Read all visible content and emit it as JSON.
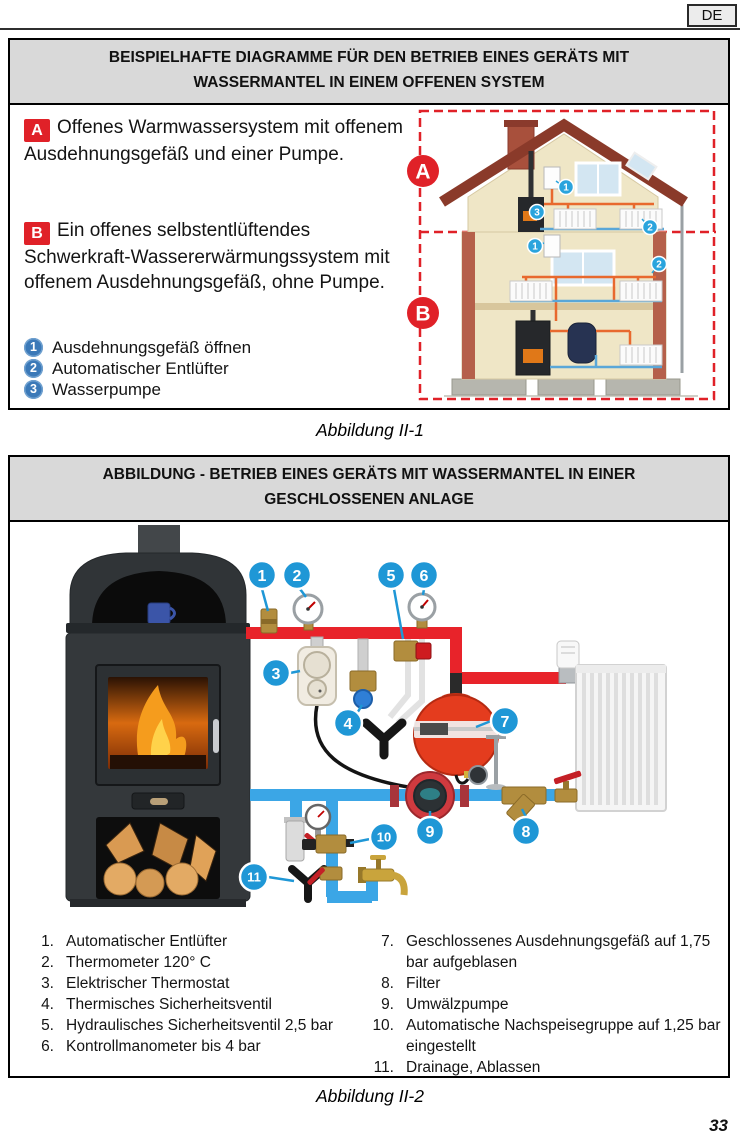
{
  "page": {
    "language_tab": "DE",
    "page_number": "33"
  },
  "figure1": {
    "title": "BEISPIELHAFTE DIAGRAMME FÜR DEN BETRIEB EINES GERÄTS MIT WASSERMANTEL IN EINEM OFFENEN SYSTEM",
    "caption": "Abbildung II-1",
    "items": [
      {
        "badge": "A",
        "text": "Offenes Warmwassersystem mit offenem Ausdehnungsgefäß und einer Pumpe."
      },
      {
        "badge": "B",
        "text": "Ein offenes selbstentlüftendes Schwerkraft-Wassererwärmungssystem mit offenem Ausdehnungsgefäß, ohne Pumpe."
      }
    ],
    "legend": [
      {
        "n": "1",
        "text": "Ausdehnungsgefäß öffnen"
      },
      {
        "n": "2",
        "text": "Automatischer Entlüfter"
      },
      {
        "n": "3",
        "text": "Wasserpumpe"
      }
    ],
    "house": {
      "label_a": "A",
      "label_b": "B",
      "markers": [
        "1",
        "2",
        "3"
      ]
    }
  },
  "figure2": {
    "title": "ABBILDUNG - BETRIEB EINES GERÄTS MIT WASSERMANTEL IN EINER GESCHLOSSENEN ANLAGE",
    "caption": "Abbildung II-2",
    "callouts": [
      "1",
      "2",
      "3",
      "4",
      "5",
      "6",
      "7",
      "8",
      "9",
      "10",
      "11"
    ],
    "legend_left": [
      {
        "n": "1.",
        "text": "Automatischer Entlüfter"
      },
      {
        "n": "2.",
        "text": "Thermometer 120° C"
      },
      {
        "n": "3.",
        "text": "Elektrischer Thermostat"
      },
      {
        "n": "4.",
        "text": "Thermisches Sicherheitsventil"
      },
      {
        "n": "5.",
        "text": "Hydraulisches Sicherheitsventil 2,5 bar"
      },
      {
        "n": "6.",
        "text": "Kontrollmanometer bis 4 bar"
      }
    ],
    "legend_right": [
      {
        "n": "7.",
        "text": "Geschlossenes Ausdehnungsgefäß auf 1,75 bar aufgeblasen"
      },
      {
        "n": "8.",
        "text": "Filter"
      },
      {
        "n": "9.",
        "text": "Umwälzpumpe"
      },
      {
        "n": "10.",
        "text": "Automatische Nachspeisegruppe auf 1,25 bar eingestellt"
      },
      {
        "n": "11.",
        "text": "Drainage, Ablassen"
      }
    ]
  },
  "colors": {
    "accent_red": "#e02128",
    "callout_blue": "#1f97d6",
    "badge_steel_blue": "#3b79b8",
    "pipe_red": "#e8232a",
    "pipe_blue": "#3ba6e6",
    "header_gray": "#d9d9d9"
  }
}
